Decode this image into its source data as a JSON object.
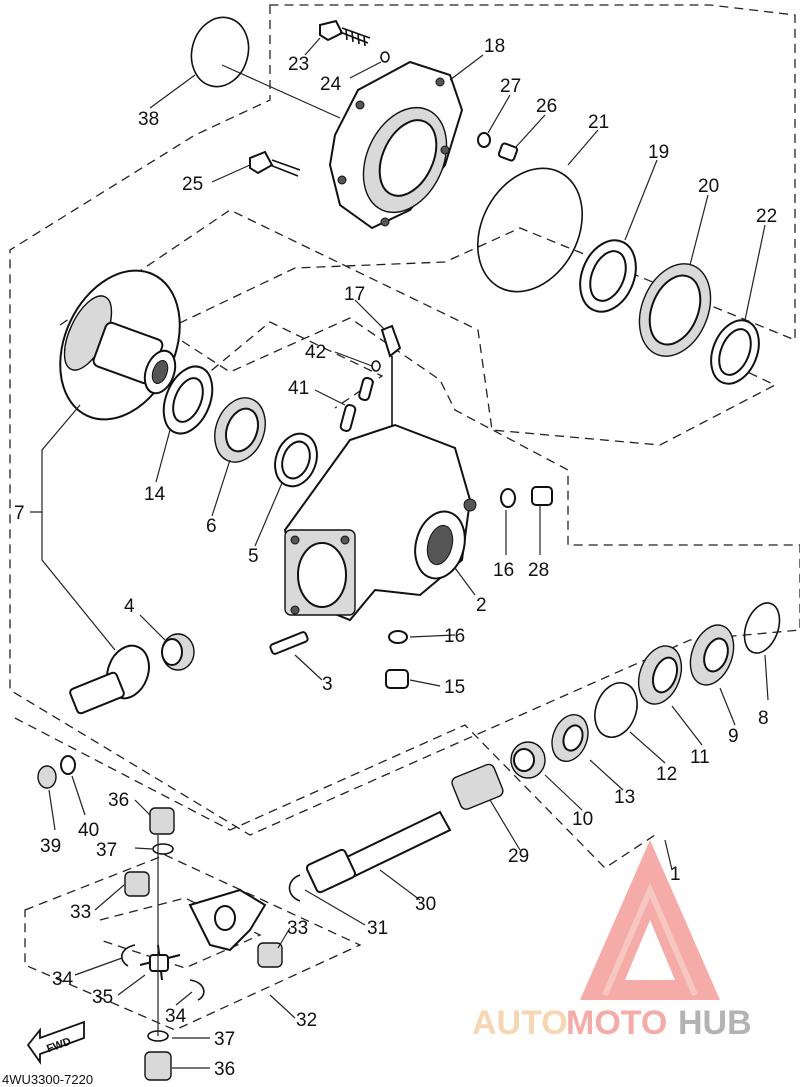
{
  "diagram": {
    "drawing_code": "4WU3300-7220",
    "fwd_label": "FWD",
    "watermark": {
      "part1": "AUTO",
      "part2": "MOTO",
      "part3": "HUB",
      "color_light": "#f4c99a",
      "color_accent": "#f28f8a",
      "color_dark": "#9a9a9a"
    },
    "callouts": [
      {
        "id": "n38",
        "text": "38"
      },
      {
        "id": "n23",
        "text": "23"
      },
      {
        "id": "n24",
        "text": "24"
      },
      {
        "id": "n18",
        "text": "18"
      },
      {
        "id": "n27",
        "text": "27"
      },
      {
        "id": "n26",
        "text": "26"
      },
      {
        "id": "n21",
        "text": "21"
      },
      {
        "id": "n19",
        "text": "19"
      },
      {
        "id": "n20",
        "text": "20"
      },
      {
        "id": "n22",
        "text": "22"
      },
      {
        "id": "n25",
        "text": "25"
      },
      {
        "id": "n17",
        "text": "17"
      },
      {
        "id": "n42",
        "text": "42"
      },
      {
        "id": "n41",
        "text": "41"
      },
      {
        "id": "n14",
        "text": "14"
      },
      {
        "id": "n6",
        "text": "6"
      },
      {
        "id": "n5",
        "text": "5"
      },
      {
        "id": "n7",
        "text": "7"
      },
      {
        "id": "n16a",
        "text": "16"
      },
      {
        "id": "n28",
        "text": "28"
      },
      {
        "id": "n2",
        "text": "2"
      },
      {
        "id": "n16b",
        "text": "16"
      },
      {
        "id": "n4",
        "text": "4"
      },
      {
        "id": "n3",
        "text": "3"
      },
      {
        "id": "n15",
        "text": "15"
      },
      {
        "id": "n8",
        "text": "8"
      },
      {
        "id": "n9",
        "text": "9"
      },
      {
        "id": "n11",
        "text": "11"
      },
      {
        "id": "n12",
        "text": "12"
      },
      {
        "id": "n13",
        "text": "13"
      },
      {
        "id": "n10",
        "text": "10"
      },
      {
        "id": "n39",
        "text": "39"
      },
      {
        "id": "n40",
        "text": "40"
      },
      {
        "id": "n36a",
        "text": "36"
      },
      {
        "id": "n37a",
        "text": "37"
      },
      {
        "id": "n29",
        "text": "29"
      },
      {
        "id": "n1",
        "text": "1"
      },
      {
        "id": "n30",
        "text": "30"
      },
      {
        "id": "n33a",
        "text": "33"
      },
      {
        "id": "n31",
        "text": "31"
      },
      {
        "id": "n33b",
        "text": "33"
      },
      {
        "id": "n34a",
        "text": "34"
      },
      {
        "id": "n35",
        "text": "35"
      },
      {
        "id": "n34b",
        "text": "34"
      },
      {
        "id": "n32",
        "text": "32"
      },
      {
        "id": "n37b",
        "text": "37"
      },
      {
        "id": "n36b",
        "text": "36"
      }
    ]
  }
}
